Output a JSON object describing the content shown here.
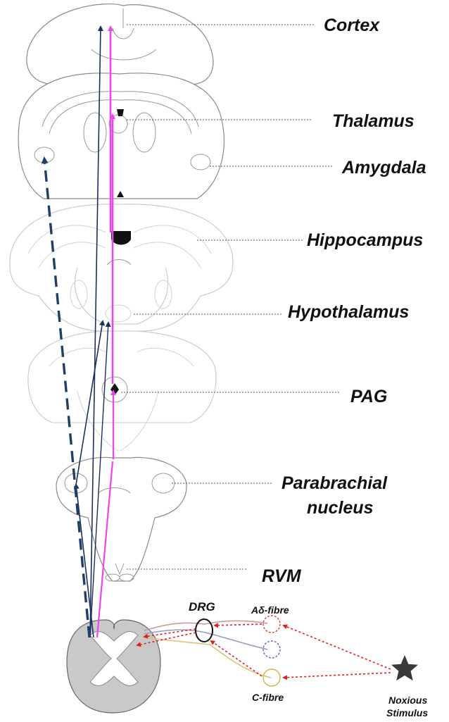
{
  "labels": {
    "cortex": "Cortex",
    "thalamus": "Thalamus",
    "amygdala": "Amygdala",
    "hippocampus": "Hippocampus",
    "hypothalamus": "Hypothalamus",
    "pag": "PAG",
    "parabrachial_line1": "Parabrachial",
    "parabrachial_line2": "nucleus",
    "rvm": "RVM",
    "drg": "DRG",
    "a_delta_prefix": "A",
    "a_delta_symbol": "δ",
    "a_delta_suffix": "-fibre",
    "c_fibre": "C-fibre",
    "stimulus_line1": "Noxious",
    "stimulus_line2": "Stimulus"
  },
  "colors": {
    "pathway_magenta": "#ee44ee",
    "pathway_navy": "#1b2f5b",
    "pathway_dashed": "#1e3f66",
    "nerve_red": "#e02020",
    "star": "#3a3a3a",
    "spinal_grey": "#c9c9c9"
  },
  "icons": {
    "stimulus": "star-icon"
  }
}
